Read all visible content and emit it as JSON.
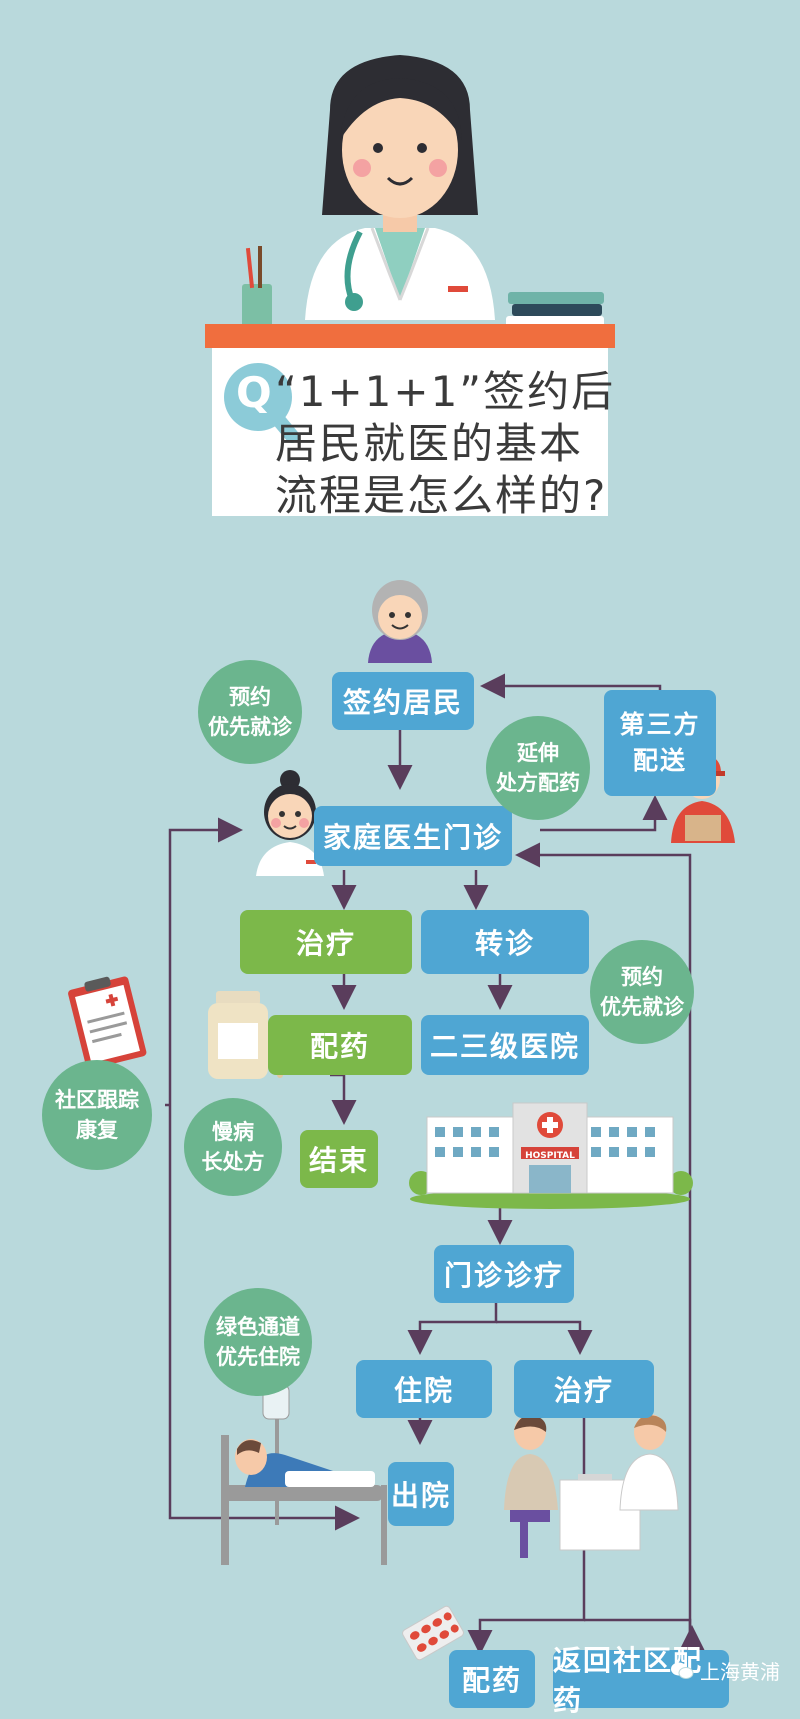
{
  "title": {
    "q_mark": "Q",
    "line1": "“1+1+1”签约后",
    "line2": "居民就医的基本",
    "line3": "流程是怎么样的?"
  },
  "nodes": {
    "sign_resident": "签约居民",
    "family_clinic": "家庭医生门诊",
    "treatment1": "治疗",
    "referral": "转诊",
    "dispense1": "配药",
    "secondary_hospital": "二三级医院",
    "end": "结束",
    "outpatient": "门诊诊疗",
    "hospitalize": "住院",
    "treatment2": "治疗",
    "discharge": "出院",
    "dispense2": "配药",
    "return_community": "返回社区配药",
    "third_party": "第三方\n配送"
  },
  "circles": {
    "appointment1_l1": "预约",
    "appointment1_l2": "优先就诊",
    "extend_l1": "延伸",
    "extend_l2": "处方配药",
    "appointment2_l1": "预约",
    "appointment2_l2": "优先就诊",
    "community_l1": "社区跟踪",
    "community_l2": "康复",
    "chronic_l1": "慢病",
    "chronic_l2": "长处方",
    "green_channel_l1": "绿色通道",
    "green_channel_l2": "优先住院"
  },
  "hospital_sign": "HOSPITAL",
  "watermark": "上海黄浦",
  "colors": {
    "background": "#b9d9dc",
    "blue_box": "#4fa6d3",
    "green_box": "#7cb84a",
    "circle": "#6bb58e",
    "arrow": "#5a3d5c",
    "desk": "#f06e3e"
  }
}
